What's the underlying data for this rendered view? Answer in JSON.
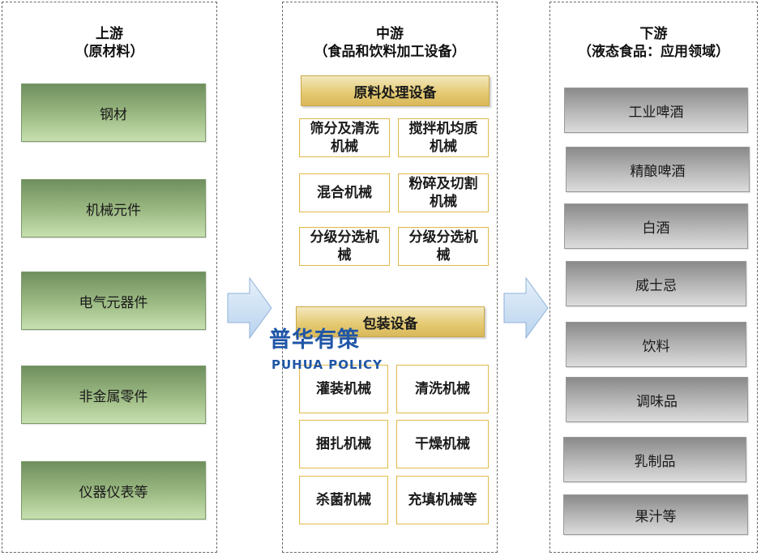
{
  "upstream": {
    "title": "上游",
    "subtitle": "（原材料）",
    "items": [
      "钢材",
      "机械元件",
      "电气元器件",
      "非金属零件",
      "仪器仪表等"
    ]
  },
  "midstream": {
    "title": "中游",
    "subtitle": "（食品和饮料加工设备）",
    "group1": {
      "label": "原料处理设备",
      "items": [
        "筛分及清洗机械",
        "搅拌机均质机械",
        "混合机械",
        "粉碎及切割机械",
        "分级分选机械",
        "分级分选机械"
      ]
    },
    "group2": {
      "label": "包装设备",
      "items": [
        "灌装机械",
        "清洗机械",
        "捆扎机械",
        "干燥机械",
        "杀菌机械",
        "充填机械等"
      ]
    }
  },
  "downstream": {
    "title": "下游",
    "subtitle": "（液态食品：应用领域）",
    "items": [
      "工业啤酒",
      "精酿啤酒",
      "白酒",
      "威士忌",
      "饮料",
      "调味品",
      "乳制品",
      "果汁等"
    ]
  },
  "watermark": {
    "cn": "普华有策",
    "en": "PUHUA POLICY"
  },
  "colors": {
    "upstream_box": "#9dbb84",
    "midstream_header": "#e5cb74",
    "midstream_border": "#e0b94a",
    "downstream_box": "#b4b4b4",
    "arrow": "#cfe2f5",
    "watermark": "#1f56a6"
  }
}
